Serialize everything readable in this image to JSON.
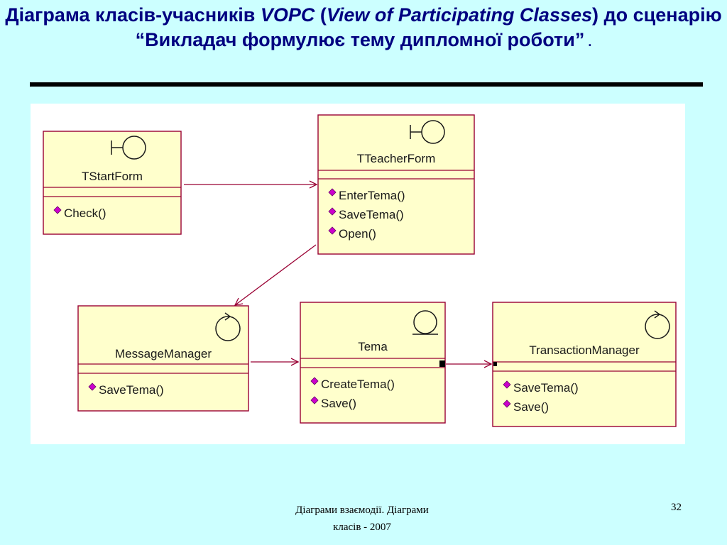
{
  "slide": {
    "title_part1": "Діаграма класів-учасників ",
    "title_vopc": "VOPC",
    "title_part2": " (",
    "title_italic": "View of Participating Classes",
    "title_part3": ") до сценарію “Викладач формулює тему дипломної роботи”",
    "title_dot": " ."
  },
  "diagram": {
    "classes": [
      {
        "id": "tstartform",
        "stereotype": "boundary",
        "name": "TStartForm",
        "operations": [
          "Check()"
        ]
      },
      {
        "id": "tteacherform",
        "stereotype": "boundary",
        "name": "TTeacherForm",
        "operations": [
          "EnterTema()",
          "SaveTema()",
          "Open()"
        ]
      },
      {
        "id": "messagemanager",
        "stereotype": "control",
        "name": "MessageManager",
        "operations": [
          "SaveTema()"
        ]
      },
      {
        "id": "tema",
        "stereotype": "entity",
        "name": "Tema",
        "operations": [
          "CreateTema()",
          "Save()"
        ]
      },
      {
        "id": "transactionmanager",
        "stereotype": "control",
        "name": "TransactionManager",
        "operations": [
          "SaveTema()",
          "Save()"
        ]
      }
    ],
    "associations": [
      {
        "from": "tstartform",
        "to": "tteacherform"
      },
      {
        "from": "tteacherform",
        "to": "messagemanager"
      },
      {
        "from": "messagemanager",
        "to": "tema"
      },
      {
        "from": "tema",
        "to": "transactionmanager"
      }
    ],
    "colors": {
      "class_fill": "#ffffcc",
      "class_stroke": "#990033",
      "operation_icon": "#cc00cc",
      "association": "#990033"
    }
  },
  "footer": {
    "caption_line1": "Діаграми взаємодії. Діаграми",
    "caption_line2": "класів - 2007",
    "page_number": "32"
  }
}
